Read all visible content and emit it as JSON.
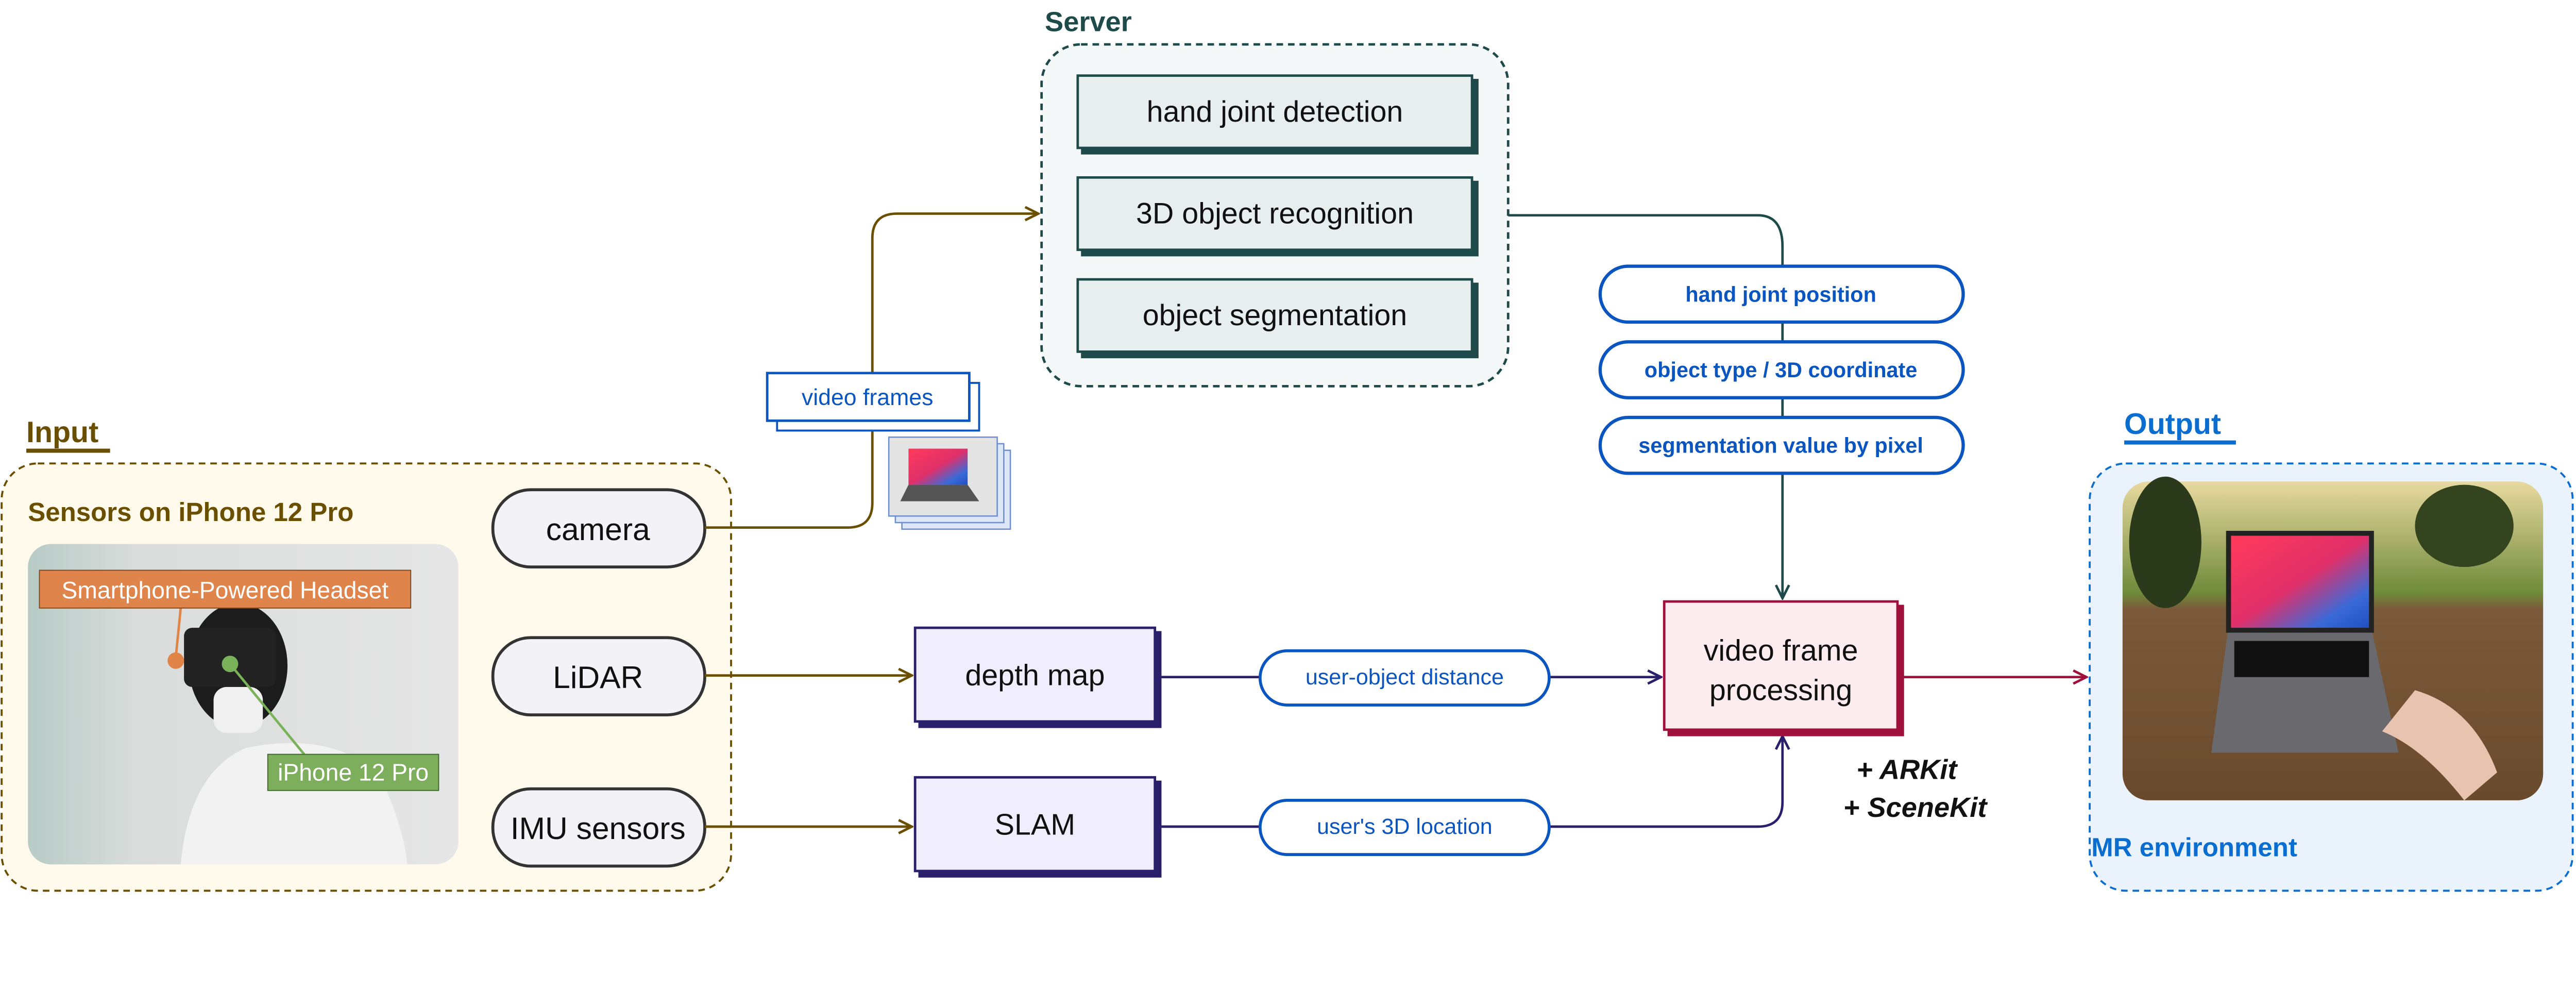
{
  "colors": {
    "input": "#6b4f00",
    "server": "#1e4a4a",
    "output": "#0a6ed1",
    "pill_blue": "#0a55c0",
    "processing": "#a0103c",
    "tracking": "#2a1f6b"
  },
  "server": {
    "title": "Server",
    "modules": [
      "hand joint detection",
      "3D object recognition",
      "object segmentation"
    ],
    "outputs": [
      "hand joint position",
      "object type / 3D coordinate",
      "segmentation value by pixel"
    ]
  },
  "input": {
    "title": "Input",
    "subtitle": "Sensors on iPhone 12 Pro",
    "photo_labels": {
      "headset": "Smartphone-Powered Headset",
      "phone": "iPhone 12 Pro"
    },
    "sensors": [
      "camera",
      "LiDAR",
      "IMU sensors"
    ]
  },
  "stream": {
    "video_frames": "video frames"
  },
  "local": {
    "depth_map": "depth map",
    "slam": "SLAM",
    "distance": "user-object distance",
    "location": "user's 3D location",
    "processing_line1": "video frame",
    "processing_line2": "processing",
    "frameworks": [
      "+ ARKit",
      "+ SceneKit"
    ]
  },
  "output": {
    "title": "Output",
    "caption": "MR environment"
  }
}
